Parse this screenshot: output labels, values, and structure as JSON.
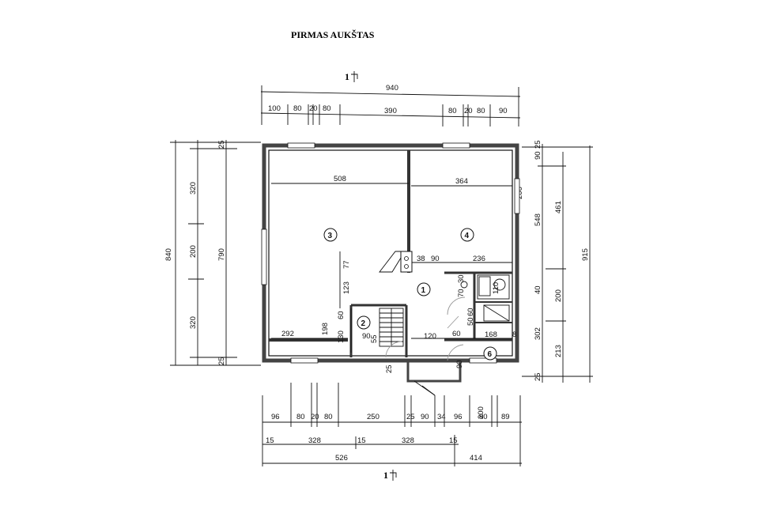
{
  "title": "PIRMAS AUKŠTAS",
  "section_marks": {
    "top": "1",
    "bottom": "1"
  },
  "dims": {
    "top_total": "940",
    "top_segments": [
      "100",
      "80",
      "20",
      "80",
      "390",
      "80",
      "20",
      "80",
      "90"
    ],
    "left_total": "840",
    "left_inner": "790",
    "left_segments": [
      "320",
      "200",
      "320"
    ],
    "left_end_top": "25",
    "left_end_bottom": "25",
    "right_total": "915",
    "right_segments": [
      "461",
      "200",
      "213"
    ],
    "right_detail": [
      "90",
      "548",
      "200",
      "40",
      "302",
      "25",
      "25"
    ],
    "bottom_segments": [
      "96",
      "80",
      "20",
      "80",
      "250",
      "25",
      "90",
      "34",
      "96",
      "200",
      "80",
      "89"
    ],
    "bottom_row2": [
      "15",
      "328",
      "15",
      "328",
      "15"
    ],
    "bottom_row3": [
      "526",
      "414"
    ],
    "interior": {
      "room3_width": "508",
      "room4_width": "364",
      "room3_bottom": "292",
      "hall_77": "77",
      "hall_123": "123",
      "dim_38": "38",
      "dim_90a": "90",
      "dim_236": "236",
      "dim_30": "30",
      "dim_70": "70",
      "dim_110": "110",
      "dim_198": "198",
      "dim_130": "130",
      "dim_60a": "60",
      "dim_90b": "90",
      "dim_55": "55",
      "dim_120": "120",
      "dim_60b": "60",
      "dim_168": "168",
      "dim_60c": "60",
      "dim_50": "50",
      "dim_90c": "90",
      "dim_25": "25",
      "dim_8": "8"
    }
  },
  "rooms": [
    "1",
    "2",
    "3",
    "4",
    "6"
  ]
}
